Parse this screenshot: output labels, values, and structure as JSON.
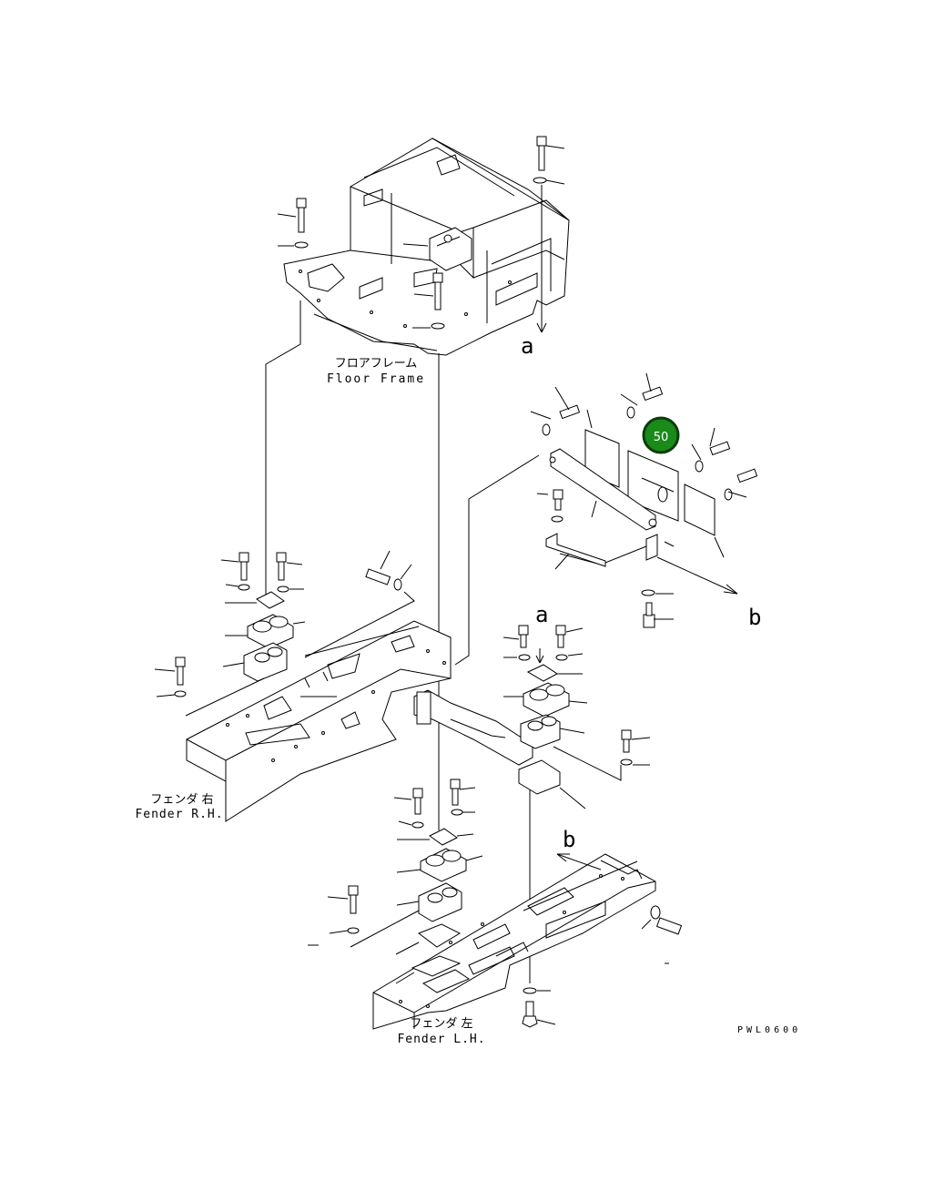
{
  "labels": {
    "floor_frame_jp": "フロアフレーム",
    "floor_frame_en": "Floor Frame",
    "fender_rh_jp": "フェンダ 右",
    "fender_rh_en": "Fender R.H.",
    "fender_lh_jp": "フェンダ 左",
    "fender_lh_en": "Fender L.H.",
    "ref_a_top": "a",
    "ref_a_mid": "a",
    "ref_b_right": "b",
    "ref_b_lower": "b",
    "drawing_code": "PWL0600"
  },
  "callout": {
    "number": "50",
    "color": "#1a8a1a",
    "ring_color": "#0b3d0b"
  }
}
